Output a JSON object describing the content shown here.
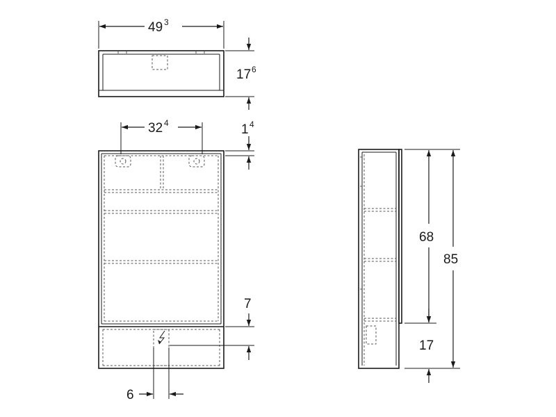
{
  "dimensions": {
    "top_width": {
      "main": "49",
      "sup": "3"
    },
    "top_depth": {
      "main": "17",
      "sup": "6"
    },
    "hole_spacing": {
      "main": "32",
      "sup": "4"
    },
    "top_offset": {
      "main": "1",
      "sup": "4"
    },
    "mirror_gap": {
      "main": "7"
    },
    "socket_width": {
      "main": "6"
    },
    "side_upper": {
      "main": "68"
    },
    "side_total": {
      "main": "85"
    },
    "side_lower": {
      "main": "17"
    }
  },
  "colors": {
    "line": "#1a1a1a",
    "hidden": "#555555",
    "background": "#ffffff"
  },
  "icons": {
    "power_symbol": "lightning-bolt-icon"
  }
}
